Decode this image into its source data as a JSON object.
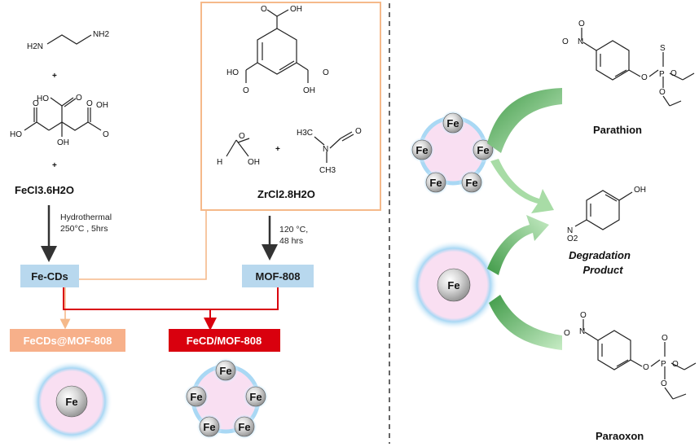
{
  "colors": {
    "peach_box_border": "#f5b98a",
    "peach_line": "#f5b98a",
    "blue_box": "#b8d8ee",
    "red_box": "#d9000e",
    "red_line": "#d9000e",
    "orange_box": "#f7b08a",
    "pink_core": "#f9dff2",
    "glow_blue": "#7ec3ee",
    "fe_sphere": "#c9c9c9",
    "green_arrow": "#6fbf6f",
    "divider": "#333333"
  },
  "reactants": {
    "ethylenediamine": {
      "atoms": [
        "H2N",
        "NH2"
      ]
    },
    "citric_acid": {
      "atoms": [
        "HO",
        "O",
        "O",
        "OH",
        "O",
        "HO",
        "OH",
        "O"
      ]
    },
    "plus_signs": [
      "+",
      "+",
      "+"
    ],
    "fecl3": "FeCl3.6H2O"
  },
  "mof_reagents": {
    "btc": {
      "atoms": [
        "O",
        "OH",
        "HO",
        "O",
        "O",
        "OH"
      ]
    },
    "formic_acid": {
      "atoms": [
        "O",
        "H",
        "OH"
      ]
    },
    "dmf": {
      "atoms": [
        "H3C",
        "N",
        "CH3",
        "O"
      ]
    },
    "plus_sign": "+",
    "zrcl2": "ZrCl2.8H2O"
  },
  "conditions": {
    "hydrothermal": [
      "Hydrothermal",
      "250°C , 5hrs"
    ],
    "mof_synthesis": [
      "120 °C,",
      "48 hrs"
    ]
  },
  "products": {
    "fe_cds": "Fe-CDs",
    "mof_808": "MOF-808",
    "fecds_at_mof": "FeCDs@MOF-808",
    "fecd_slash_mof": "FeCD/MOF-808",
    "fe_label": "Fe"
  },
  "degradation": {
    "parathion": {
      "name": "Parathion",
      "atoms": [
        "N",
        "O",
        "O",
        "S",
        "P",
        "O",
        "O",
        "O"
      ]
    },
    "product": {
      "name": [
        "Degradation",
        "Product"
      ],
      "atoms": [
        "OH",
        "N",
        "O2"
      ]
    },
    "paraoxon": {
      "name": "Paraoxon",
      "atoms": [
        "N",
        "O",
        "O",
        "O",
        "P",
        "O",
        "O",
        "O"
      ]
    }
  }
}
